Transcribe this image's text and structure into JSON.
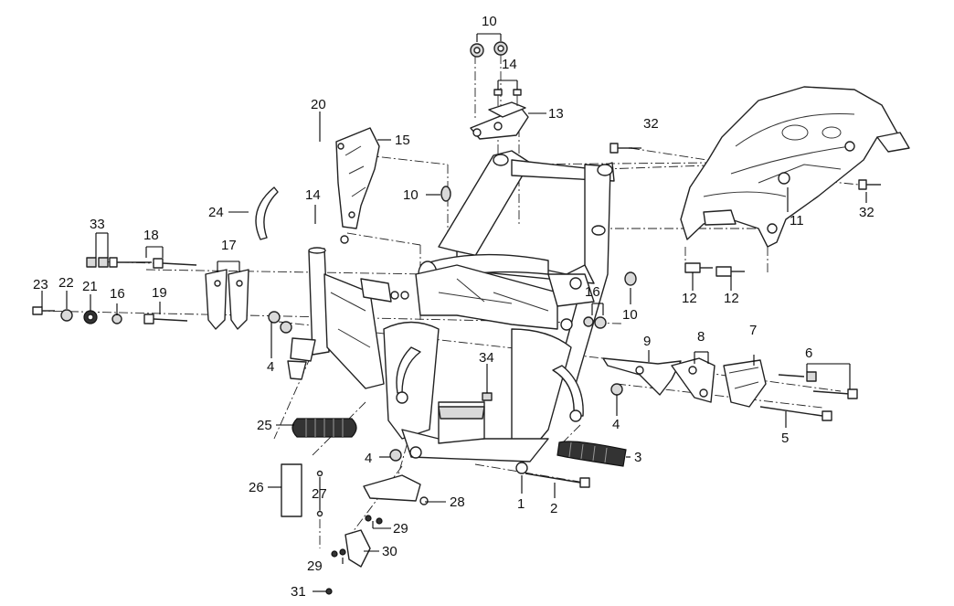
{
  "diagram": {
    "callouts": [
      {
        "id": "c1",
        "text": "1"
      },
      {
        "id": "c2",
        "text": "2"
      },
      {
        "id": "c3",
        "text": "3"
      },
      {
        "id": "c4a",
        "text": "4"
      },
      {
        "id": "c4b",
        "text": "4"
      },
      {
        "id": "c4c",
        "text": "4"
      },
      {
        "id": "c5",
        "text": "5"
      },
      {
        "id": "c6",
        "text": "6"
      },
      {
        "id": "c7",
        "text": "7"
      },
      {
        "id": "c8",
        "text": "8"
      },
      {
        "id": "c9",
        "text": "9"
      },
      {
        "id": "c10a",
        "text": "10"
      },
      {
        "id": "c10b",
        "text": "10"
      },
      {
        "id": "c10c",
        "text": "10"
      },
      {
        "id": "c11",
        "text": "11"
      },
      {
        "id": "c12a",
        "text": "12"
      },
      {
        "id": "c12b",
        "text": "12"
      },
      {
        "id": "c13",
        "text": "13"
      },
      {
        "id": "c14a",
        "text": "14"
      },
      {
        "id": "c14b",
        "text": "14"
      },
      {
        "id": "c15",
        "text": "15"
      },
      {
        "id": "c16a",
        "text": "16"
      },
      {
        "id": "c16b",
        "text": "16"
      },
      {
        "id": "c17",
        "text": "17"
      },
      {
        "id": "c18",
        "text": "18"
      },
      {
        "id": "c19",
        "text": "19"
      },
      {
        "id": "c20",
        "text": "20"
      },
      {
        "id": "c21",
        "text": "21"
      },
      {
        "id": "c22",
        "text": "22"
      },
      {
        "id": "c23",
        "text": "23"
      },
      {
        "id": "c24",
        "text": "24"
      },
      {
        "id": "c25",
        "text": "25"
      },
      {
        "id": "c26",
        "text": "26"
      },
      {
        "id": "c27",
        "text": "27"
      },
      {
        "id": "c28",
        "text": "28"
      },
      {
        "id": "c29a",
        "text": "29"
      },
      {
        "id": "c29b",
        "text": "29"
      },
      {
        "id": "c30",
        "text": "30"
      },
      {
        "id": "c31",
        "text": "31"
      },
      {
        "id": "c32a",
        "text": "32"
      },
      {
        "id": "c32b",
        "text": "32"
      },
      {
        "id": "c33",
        "text": "33"
      },
      {
        "id": "c34",
        "text": "34"
      }
    ]
  }
}
